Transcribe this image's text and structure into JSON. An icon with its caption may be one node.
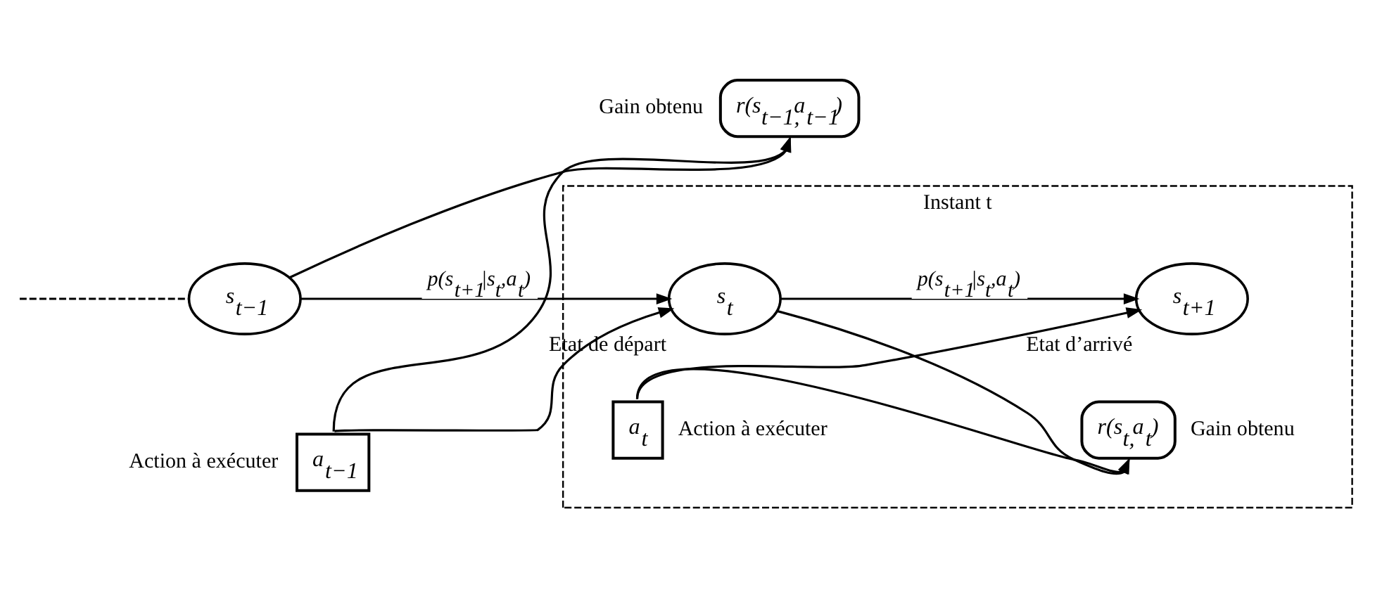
{
  "diagram": {
    "nodes": [
      {
        "text": [
          "s$_{t−1}$"
        ]
      },
      {
        "text": [
          "r(s$_{t−1,}$a$_{t−1}$)"
        ],
        "beside": [
          "Gain obtenu"
        ]
      },
      {
        "text": [
          "a$_{t−1}$"
        ],
        "beside": [
          "Action à exécuter"
        ]
      },
      {
        "text": [
          "Instant t"
        ]
      },
      {
        "text": [
          "s$_{t}$"
        ],
        "in": 3,
        "beside": [
          "Etat de départ"
        ]
      },
      {
        "text": [
          "r(s$_{t,}$a$_{t}$)"
        ],
        "in": 3,
        "beside": [
          "Gain obtenu"
        ]
      },
      {
        "text": [
          "a$_{t}$"
        ],
        "in": 3,
        "beside": [
          "Action à exécuter"
        ]
      },
      {
        "text": [
          "s$_{t+1}$"
        ],
        "in": 3,
        "beside": [
          "Etat d’arrivé"
        ]
      }
    ],
    "edges": [
      {
        "from": null,
        "to": 0,
        "arrow": "none",
        "style": "dashed"
      },
      {
        "from": 0,
        "to": 4,
        "arrow": "to",
        "label": "p(s$_{t+1}$|s$_{t}$,a$_{t}$)"
      },
      {
        "from": 2,
        "to": 4,
        "arrow": "to"
      },
      {
        "from": 0,
        "to": 1,
        "arrow": "to"
      },
      {
        "from": 2,
        "to": 1,
        "arrow": "to"
      },
      {
        "from": 4,
        "to": 7,
        "arrow": "to",
        "label": "p(s$_{t+1}$|s$_{t}$,a$_{t}$)"
      },
      {
        "from": 6,
        "to": 7,
        "arrow": "to"
      },
      {
        "from": 4,
        "to": 5,
        "arrow": "to"
      },
      {
        "from": 6,
        "to": 5,
        "arrow": "to"
      }
    ]
  }
}
